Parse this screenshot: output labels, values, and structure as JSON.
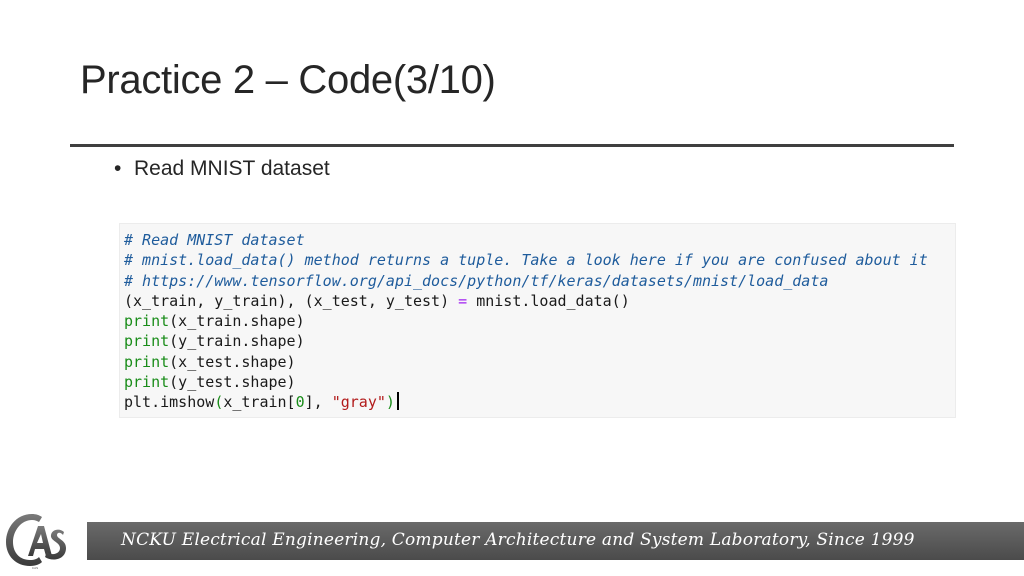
{
  "slide": {
    "title": "Practice 2 – Code(3/10)",
    "bullet": {
      "marker": "•",
      "text": "Read MNIST dataset"
    }
  },
  "code": {
    "lines": [
      [
        {
          "t": "# Read MNIST dataset",
          "c": "cm"
        }
      ],
      [
        {
          "t": "# mnist.load_data() method returns a tuple. Take a look here if you are confused about it",
          "c": "cm"
        }
      ],
      [
        {
          "t": "# https://www.tensorflow.org/api_docs/python/tf/keras/datasets/mnist/load_data",
          "c": "cm"
        }
      ],
      [
        {
          "t": "(x_train, y_train), (x_test, y_test) ",
          "c": ""
        },
        {
          "t": "=",
          "c": "op"
        },
        {
          "t": " mnist.load_data()",
          "c": ""
        }
      ],
      [
        {
          "t": "print",
          "c": "fn"
        },
        {
          "t": "(x_train.shape)",
          "c": ""
        }
      ],
      [
        {
          "t": "print",
          "c": "fn"
        },
        {
          "t": "(y_train.shape)",
          "c": ""
        }
      ],
      [
        {
          "t": "print",
          "c": "fn"
        },
        {
          "t": "(x_test.shape)",
          "c": ""
        }
      ],
      [
        {
          "t": "print",
          "c": "fn"
        },
        {
          "t": "(y_test.shape)",
          "c": ""
        }
      ],
      [
        {
          "t": "plt.imshow",
          "c": ""
        },
        {
          "t": "(",
          "c": "fn"
        },
        {
          "t": "x_train[",
          "c": ""
        },
        {
          "t": "0",
          "c": "num"
        },
        {
          "t": "], ",
          "c": ""
        },
        {
          "t": "\"gray\"",
          "c": "str"
        },
        {
          "t": ")",
          "c": "fn"
        }
      ]
    ],
    "colors": {
      "comment": "#1f5c9c",
      "builtin": "#198c19",
      "operator": "#a020f0",
      "number": "#198c19",
      "string": "#b21a1a",
      "background": "#f7f7f7"
    }
  },
  "footer": {
    "text": "NCKU Electrical Engineering, Computer Architecture and System Laboratory, Since 1999",
    "logo_text": "CAS",
    "logo_icon": "cas-lab-logo"
  }
}
